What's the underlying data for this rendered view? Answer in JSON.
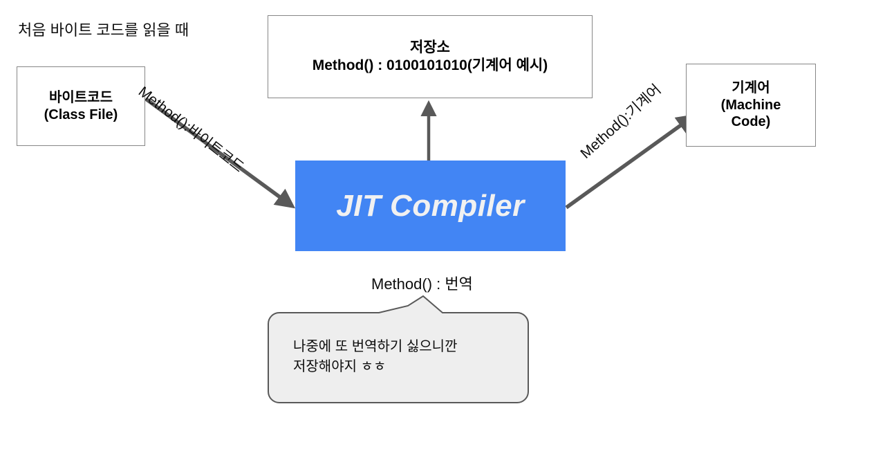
{
  "page": {
    "heading": "처음 바이트 코드를 읽을 때",
    "background": "#ffffff"
  },
  "colors": {
    "jit_fill": "#4285f4",
    "jit_text": "#f1f1f1",
    "box_border": "#868686",
    "arrow": "#595959",
    "bubble_fill": "#eeeeee",
    "bubble_border": "#595959"
  },
  "nodes": {
    "bytecode": {
      "title": "바이트코드",
      "subtitle": "(Class File)"
    },
    "storage": {
      "title": "저장소",
      "detail": "Method() : 0100101010(기계어 예시)"
    },
    "machine_code": {
      "title": "기계어",
      "subtitle_line1": "(Machine",
      "subtitle_line2": "Code)"
    },
    "jit": {
      "label": "JIT Compiler"
    }
  },
  "edges": {
    "bytecode_to_jit": "Method():바이트코드",
    "jit_to_machine": "Method():기계어",
    "jit_to_storage": "",
    "jit_translate_note": "Method() : 번역"
  },
  "bubble": {
    "line1": "나중에 또 번역하기 싫으니깐",
    "line2": "저장해야지  ㅎㅎ"
  }
}
